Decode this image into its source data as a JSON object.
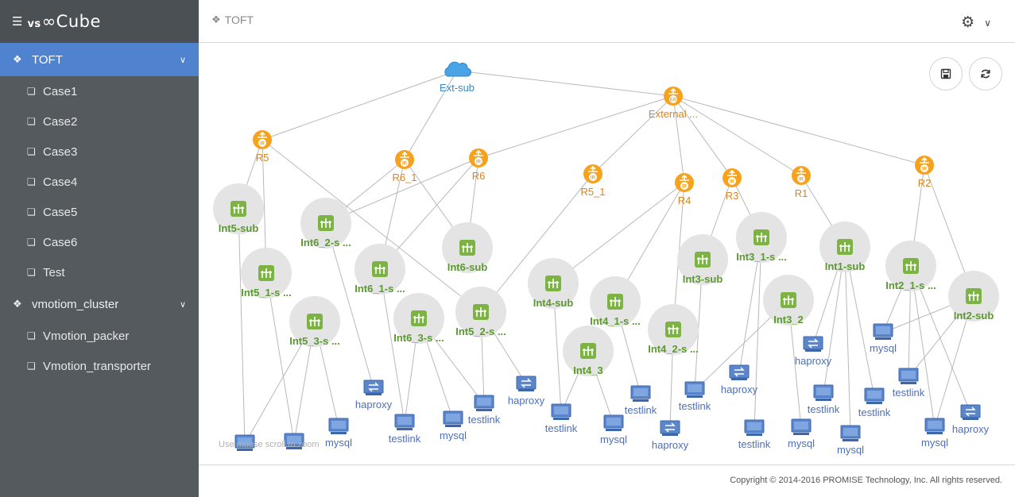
{
  "brand": {
    "prefix": "vs",
    "name": "Cube"
  },
  "sidebar": {
    "groups": [
      {
        "label": "TOFT",
        "active": true,
        "items": [
          "Case1",
          "Case2",
          "Case3",
          "Case4",
          "Case5",
          "Case6",
          "Test"
        ]
      },
      {
        "label": "vmotiom_cluster",
        "active": false,
        "items": [
          "Vmotion_packer",
          "Vmotion_transporter"
        ]
      }
    ]
  },
  "header": {
    "breadcrumb": "TOFT"
  },
  "canvas": {
    "hint": "Use mouse scroll to zoom"
  },
  "colors": {
    "router": "#f6a21c",
    "router_label": "#d8851d",
    "subnet": "#7cb342",
    "subnet_label": "#5b9a2f",
    "host": "#5b86c9",
    "host_label": "#4e6fb8",
    "cloud": "#4aa3e6",
    "cloud_label": "#3a86c4",
    "link": "#b9b9b9",
    "bubble": "#e4e4e4",
    "active_nav": "#4f82cf"
  },
  "topology": {
    "nodes": [
      {
        "id": "extsub",
        "type": "cloud",
        "label": "Ext-sub"
      },
      {
        "id": "extr",
        "type": "router",
        "badge": "ER",
        "label": "External ..."
      },
      {
        "id": "r5",
        "type": "router",
        "badge": "IR",
        "label": "R5"
      },
      {
        "id": "r6_1",
        "type": "router",
        "badge": "IR",
        "label": "R6_1"
      },
      {
        "id": "r6",
        "type": "router",
        "badge": "IR",
        "label": "R6"
      },
      {
        "id": "r5_1",
        "type": "router",
        "badge": "IR",
        "label": "R5_1"
      },
      {
        "id": "r4",
        "type": "router",
        "badge": "IR",
        "label": "R4"
      },
      {
        "id": "r3",
        "type": "router",
        "badge": "IR",
        "label": "R3"
      },
      {
        "id": "r1",
        "type": "router",
        "badge": "IR",
        "label": "R1"
      },
      {
        "id": "r2",
        "type": "router",
        "badge": "IR",
        "label": "R2"
      },
      {
        "id": "int5sub",
        "type": "subnet",
        "label": "Int5-sub"
      },
      {
        "id": "int6_2",
        "type": "subnet",
        "label": "Int6_2-s ..."
      },
      {
        "id": "int6sub",
        "type": "subnet",
        "label": "Int6-sub"
      },
      {
        "id": "int5_1",
        "type": "subnet",
        "label": "Int5_1-s ..."
      },
      {
        "id": "int6_1",
        "type": "subnet",
        "label": "Int6_1-s ..."
      },
      {
        "id": "int5_3",
        "type": "subnet",
        "label": "Int5_3-s ..."
      },
      {
        "id": "int6_3",
        "type": "subnet",
        "label": "Int6_3-s ..."
      },
      {
        "id": "int5_2",
        "type": "subnet",
        "label": "Int5_2-s ..."
      },
      {
        "id": "int4sub",
        "type": "subnet",
        "label": "Int4-sub"
      },
      {
        "id": "int4_1",
        "type": "subnet",
        "label": "Int4_1-s ..."
      },
      {
        "id": "int4_3",
        "type": "subnet",
        "label": "Int4_3"
      },
      {
        "id": "int4_2",
        "type": "subnet",
        "label": "Int4_2-s ..."
      },
      {
        "id": "int3sub",
        "type": "subnet",
        "label": "Int3-sub"
      },
      {
        "id": "int3_1",
        "type": "subnet",
        "label": "Int3_1-s ..."
      },
      {
        "id": "int3_2",
        "type": "subnet",
        "label": "Int3_2"
      },
      {
        "id": "int1sub",
        "type": "subnet",
        "label": "Int1-sub"
      },
      {
        "id": "int2_1",
        "type": "subnet",
        "label": "Int2_1-s ..."
      },
      {
        "id": "int2sub",
        "type": "subnet",
        "label": "Int2-sub"
      },
      {
        "id": "h1",
        "type": "host",
        "label": ""
      },
      {
        "id": "h2",
        "type": "host",
        "label": ""
      },
      {
        "id": "h3",
        "type": "host",
        "label": "mysql"
      },
      {
        "id": "h4",
        "type": "balancer",
        "label": "haproxy"
      },
      {
        "id": "h5",
        "type": "host",
        "label": "testlink"
      },
      {
        "id": "h6",
        "type": "host",
        "label": "mysql"
      },
      {
        "id": "h7",
        "type": "host",
        "label": "testlink"
      },
      {
        "id": "h8",
        "type": "balancer",
        "label": "haproxy"
      },
      {
        "id": "h9",
        "type": "host",
        "label": "testlink"
      },
      {
        "id": "h10",
        "type": "host",
        "label": "mysql"
      },
      {
        "id": "h11",
        "type": "host",
        "label": "testlink"
      },
      {
        "id": "h12",
        "type": "balancer",
        "label": "haproxy"
      },
      {
        "id": "h13",
        "type": "host",
        "label": "testlink"
      },
      {
        "id": "h14",
        "type": "balancer",
        "label": "haproxy"
      },
      {
        "id": "h15",
        "type": "host",
        "label": "testlink"
      },
      {
        "id": "h16",
        "type": "host",
        "label": "mysql"
      },
      {
        "id": "h17",
        "type": "balancer",
        "label": "haproxy"
      },
      {
        "id": "h18",
        "type": "host",
        "label": "testlink"
      },
      {
        "id": "h19",
        "type": "host",
        "label": "mysql"
      },
      {
        "id": "h20",
        "type": "host",
        "label": "testlink"
      },
      {
        "id": "h21",
        "type": "host",
        "label": "mysql"
      },
      {
        "id": "h22",
        "type": "host",
        "label": "testlink"
      },
      {
        "id": "h23",
        "type": "host",
        "label": "mysql"
      },
      {
        "id": "h24",
        "type": "balancer",
        "label": "haproxy"
      }
    ],
    "links": [
      [
        "extsub",
        "r5"
      ],
      [
        "extsub",
        "r6_1"
      ],
      [
        "extsub",
        "extr"
      ],
      [
        "extr",
        "r6"
      ],
      [
        "extr",
        "r5_1"
      ],
      [
        "extr",
        "r4"
      ],
      [
        "extr",
        "r3"
      ],
      [
        "extr",
        "r1"
      ],
      [
        "extr",
        "r2"
      ],
      [
        "r5",
        "int5sub"
      ],
      [
        "r5",
        "int5_1"
      ],
      [
        "r5",
        "int5_2"
      ],
      [
        "r6_1",
        "int6_2"
      ],
      [
        "r6_1",
        "int6_1"
      ],
      [
        "r6_1",
        "int6sub"
      ],
      [
        "r6",
        "int6_2"
      ],
      [
        "r6",
        "int6_1"
      ],
      [
        "r6",
        "int6sub"
      ],
      [
        "r5_1",
        "int5_2"
      ],
      [
        "r4",
        "int4sub"
      ],
      [
        "r4",
        "int4_1"
      ],
      [
        "r4",
        "int4_2"
      ],
      [
        "r3",
        "int3sub"
      ],
      [
        "r3",
        "int3_1"
      ],
      [
        "r1",
        "int1sub"
      ],
      [
        "r2",
        "int2_1"
      ],
      [
        "r2",
        "int2sub"
      ],
      [
        "int5sub",
        "h1"
      ],
      [
        "int5_1",
        "h2"
      ],
      [
        "int5_3",
        "h1"
      ],
      [
        "int5_3",
        "h2"
      ],
      [
        "int5_3",
        "h3"
      ],
      [
        "int6_2",
        "h4"
      ],
      [
        "int6_1",
        "h5"
      ],
      [
        "int6_3",
        "h5"
      ],
      [
        "int6_3",
        "h6"
      ],
      [
        "int6_3",
        "h7"
      ],
      [
        "int5_2",
        "h7"
      ],
      [
        "int5_2",
        "h8"
      ],
      [
        "int4sub",
        "h9"
      ],
      [
        "int4_3",
        "h9"
      ],
      [
        "int4_3",
        "h10"
      ],
      [
        "int4_1",
        "h11"
      ],
      [
        "int4_2",
        "h12"
      ],
      [
        "int3sub",
        "h13"
      ],
      [
        "int3_1",
        "h14"
      ],
      [
        "int3_1",
        "h15"
      ],
      [
        "int3_2",
        "h13"
      ],
      [
        "int3_2",
        "h16"
      ],
      [
        "int1sub",
        "h17"
      ],
      [
        "int1sub",
        "h18"
      ],
      [
        "int1sub",
        "h19"
      ],
      [
        "int1sub",
        "h20"
      ],
      [
        "int2_1",
        "h21"
      ],
      [
        "int2_1",
        "h22"
      ],
      [
        "int2_1",
        "h23"
      ],
      [
        "int2_1",
        "h24"
      ],
      [
        "int2sub",
        "h21"
      ],
      [
        "int2sub",
        "h22"
      ],
      [
        "int2sub",
        "h23"
      ]
    ]
  },
  "toolbar": {
    "save_icon": "save-icon",
    "refresh_icon": "refresh-icon"
  },
  "footer": {
    "copyright": "Copyright © 2014-2016 PROMISE Technology, Inc. All rights reserved."
  }
}
